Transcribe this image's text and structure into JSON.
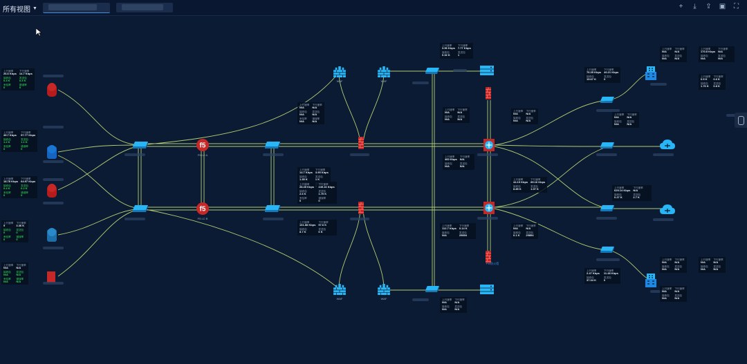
{
  "header": {
    "view_label": "所有视图",
    "tools": [
      {
        "name": "add-icon",
        "glyph": "+"
      },
      {
        "name": "export-icon",
        "glyph": "⤓"
      },
      {
        "name": "share-icon",
        "glyph": "⇪"
      },
      {
        "name": "image-icon",
        "glyph": "▣"
      },
      {
        "name": "fullscreen-icon",
        "glyph": "⛶"
      }
    ]
  },
  "nodes": {
    "f5_a_label": "F5 LC A",
    "f5_b_label": "F5 LC B",
    "f5_glyph": "f5",
    "waf_label": "WAF",
    "fw_link_label": "FW防火墙"
  },
  "colors": {
    "background": "#0b1b33",
    "link": "#c8e27a",
    "device_blue": "#29b6f6",
    "firewall_red": "#e53935",
    "stat_green": "#33dd55"
  },
  "panels": {
    "left": [
      {
        "rows": [
          [
            "上行速率",
            "26.6 Kbps"
          ],
          [
            "下行速率",
            "14.7 Kbps"
          ],
          [
            "接收包",
            "0.3 K"
          ],
          [
            "发送包",
            "0.3 K"
          ],
          [
            "丢包率",
            "0"
          ],
          [
            "错误率",
            "0"
          ]
        ]
      },
      {
        "rows": [
          [
            "上行速率",
            "49.7 Kbps"
          ],
          [
            "下行速率",
            "97.77 Kbps"
          ],
          [
            "接收包",
            "1.2 K"
          ],
          [
            "发送包",
            "1.1 K"
          ],
          [
            "丢包率",
            "0"
          ],
          [
            "错误率",
            "0"
          ]
        ]
      },
      {
        "rows": [
          [
            "上行速率",
            "18.78 Kbps"
          ],
          [
            "下行速率",
            "64.97 Kbps"
          ],
          [
            "接收包",
            "0.4 K"
          ],
          [
            "发送包",
            "0.2 K"
          ],
          [
            "丢包率",
            "0"
          ],
          [
            "错误率",
            "0"
          ]
        ]
      },
      {
        "rows": [
          [
            "上行速率",
            "9"
          ],
          [
            "下行速率",
            "3.36 K"
          ],
          [
            "接收包",
            "0"
          ],
          [
            "发送包",
            "0"
          ],
          [
            "丢包率",
            "0"
          ],
          [
            "错误率",
            "0"
          ]
        ]
      },
      {
        "rows": [
          [
            "上行速率",
            "N/A"
          ],
          [
            "下行速率",
            "N/A"
          ],
          [
            "接收包",
            "N/A"
          ],
          [
            "发送包",
            "N/A"
          ],
          [
            "丢包率",
            "N/A"
          ],
          [
            "错误率",
            "N/A"
          ]
        ]
      }
    ],
    "mid_core_top": {
      "rows": [
        [
          "上行速率",
          "N/A"
        ],
        [
          "下行速率",
          "N/A"
        ],
        [
          "接收包",
          "N/A"
        ],
        [
          "发送包",
          "N/A"
        ],
        [
          "丢包率",
          "N/A"
        ],
        [
          "错误率",
          "N/A"
        ]
      ]
    },
    "mid_core_mid": {
      "rows": [
        [
          "上行速率",
          "14.7 Kbps"
        ],
        [
          "下行速率",
          "3.95 Kbps"
        ],
        [
          "接收包",
          "1.35 K"
        ],
        [
          "发送包",
          "1 K"
        ],
        [
          "丢包率",
          "0"
        ],
        [
          "错误率",
          "0"
        ]
      ]
    },
    "mid_core_low": {
      "rows": [
        [
          "上行速率",
          "28.45 Kbps"
        ],
        [
          "下行速率",
          "249.16 Kbps"
        ],
        [
          "接收包",
          "2.6 K"
        ],
        [
          "发送包",
          "1.70 K"
        ],
        [
          "丢包率",
          "0"
        ],
        [
          "错误率",
          "0"
        ]
      ]
    },
    "mid_core_bottom": {
      "rows": [
        [
          "上行速率",
          "161.88 Kbps"
        ],
        [
          "下行速率",
          "97.6 K"
        ],
        [
          "接收包",
          "8.7 K"
        ],
        [
          "发送包",
          "6 K"
        ]
      ]
    },
    "top_switch": {
      "rows": [
        [
          "上行速率",
          "3.96 Kbps"
        ],
        [
          "下行速率",
          "7.77 Kbps"
        ],
        [
          "接收包",
          "0.32 K"
        ],
        [
          "发送包",
          "1"
        ]
      ]
    },
    "core_a_left": {
      "rows": [
        [
          "上行速率",
          "N/A"
        ],
        [
          "下行速率",
          "N/A"
        ],
        [
          "接收包",
          "N/A"
        ],
        [
          "发送包",
          "N/A"
        ]
      ]
    },
    "core_a_right": {
      "rows": [
        [
          "上行速率",
          "N/A"
        ],
        [
          "下行速率",
          "N/A"
        ],
        [
          "接收包",
          "N/A"
        ],
        [
          "发送包",
          "N/A"
        ]
      ]
    },
    "core_b_left": {
      "rows": [
        [
          "上行速率",
          "460 Kbps"
        ],
        [
          "下行速率",
          "N/A"
        ],
        [
          "接收包",
          "N/A"
        ],
        [
          "发送包",
          "N/A"
        ]
      ]
    },
    "core_b_right": {
      "rows": [
        [
          "上行速率",
          "44.19 Kbps"
        ],
        [
          "下行速率",
          "89.16 Kbps"
        ],
        [
          "接收包",
          "8.85 K"
        ],
        [
          "发送包",
          "1.07 K"
        ]
      ]
    },
    "core_b_low_left": {
      "rows": [
        [
          "上行速率",
          "112.7 Kbps"
        ],
        [
          "下行速率",
          "0.14 K"
        ],
        [
          "接收包",
          "N/A"
        ],
        [
          "发送包",
          "29894"
        ]
      ]
    },
    "core_b_low_right": {
      "rows": [
        [
          "上行速率",
          "N/A"
        ],
        [
          "下行速率",
          "N/A"
        ],
        [
          "接收包",
          "0.1 K"
        ],
        [
          "发送包",
          "29894"
        ]
      ]
    },
    "bottom_switch": {
      "rows": [
        [
          "上行速率",
          "N/A"
        ],
        [
          "下行速率",
          "N/A"
        ],
        [
          "接收包",
          "N/A"
        ],
        [
          "发送包",
          "N/A"
        ]
      ]
    },
    "right_top_a": {
      "rows": [
        [
          "上行速率",
          "76.35 Kbps"
        ],
        [
          "下行速率",
          "40.21 Kbps"
        ],
        [
          "接收包",
          "15.67 K"
        ],
        [
          "发送包",
          "0"
        ]
      ]
    },
    "right_top_b": {
      "rows": [
        [
          "上行速率",
          "N/A"
        ],
        [
          "下行速率",
          "N/A"
        ],
        [
          "接收包",
          "N/A"
        ],
        [
          "发送包",
          "N/A"
        ]
      ]
    },
    "right_top_c": {
      "rows": [
        [
          "上行速率",
          "170.8 Kbps"
        ],
        [
          "下行速率",
          "N/A"
        ],
        [
          "接收包",
          "N/A"
        ],
        [
          "发送包",
          "N/A"
        ]
      ]
    },
    "right_top_d": {
      "rows": [
        [
          "上行速率",
          "0.5 K"
        ],
        [
          "下行速率",
          "0.6 K"
        ],
        [
          "接收包",
          "1.76 K"
        ],
        [
          "发送包",
          "0.8 K"
        ]
      ]
    },
    "right_mid_a": {
      "rows": [
        [
          "上行速率",
          "N/A"
        ],
        [
          "下行速率",
          "N/A"
        ],
        [
          "接收包",
          "N/A"
        ],
        [
          "发送包",
          "N/A"
        ]
      ]
    },
    "right_mid_b": {
      "rows": [
        [
          "上行速率",
          "629.14 Kbps"
        ],
        [
          "下行速率",
          "N/A"
        ],
        [
          "接收包",
          "0.27 K"
        ],
        [
          "发送包",
          "2.7 K"
        ]
      ]
    },
    "right_low_a": {
      "rows": [
        [
          "上行速率",
          "2.47 Kbps"
        ],
        [
          "下行速率",
          "11.48 Kbps"
        ],
        [
          "接收包",
          "37.34 K"
        ],
        [
          "发送包",
          "0"
        ]
      ]
    },
    "right_low_b": {
      "rows": [
        [
          "上行速率",
          "N/A"
        ],
        [
          "下行速率",
          "N/A"
        ],
        [
          "接收包",
          "N/A"
        ],
        [
          "发送包",
          "N/A"
        ]
      ]
    },
    "right_low_c": {
      "rows": [
        [
          "上行速率",
          "N/A"
        ],
        [
          "下行速率",
          "N/A"
        ],
        [
          "接收包",
          "N/A"
        ],
        [
          "发送包",
          "N/A"
        ]
      ]
    },
    "right_low_d": {
      "rows": [
        [
          "上行速率",
          "N/A"
        ],
        [
          "下行速率",
          "N/A"
        ],
        [
          "接收包",
          "N/A"
        ],
        [
          "发送包",
          "N/A"
        ]
      ]
    }
  }
}
